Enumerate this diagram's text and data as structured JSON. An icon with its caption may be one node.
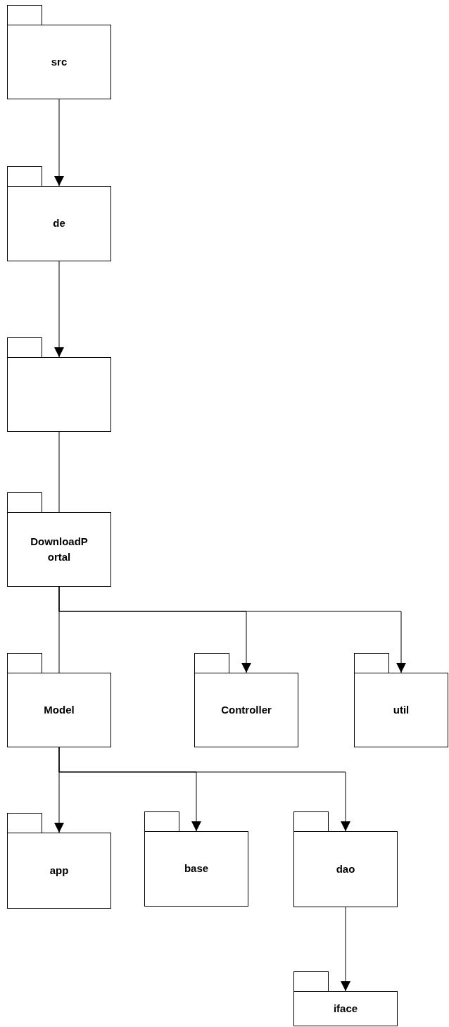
{
  "diagram": {
    "nodes": [
      {
        "text": [
          "src"
        ]
      },
      {
        "text": [
          "de"
        ]
      },
      {
        "text": [],
        "shape": "box"
      },
      {
        "text": [
          "DownloadPortal"
        ]
      },
      {
        "text": [
          "Model"
        ]
      },
      {
        "text": [
          "Controller"
        ]
      },
      {
        "text": [
          "util"
        ]
      },
      {
        "text": [
          "app"
        ]
      },
      {
        "text": [
          "base"
        ]
      },
      {
        "text": [
          "dao"
        ]
      },
      {
        "text": [
          "iface"
        ]
      }
    ],
    "edges": [
      {
        "from": 0,
        "to": 1,
        "arrow": "to"
      },
      {
        "from": 1,
        "to": 2,
        "arrow": "to"
      },
      {
        "from": 2,
        "to": 3,
        "arrow": "none"
      },
      {
        "from": 3,
        "to": 4,
        "arrow": "none"
      },
      {
        "from": 3,
        "to": 5,
        "arrow": "to"
      },
      {
        "from": 3,
        "to": 6,
        "arrow": "to"
      },
      {
        "from": 4,
        "to": 7,
        "arrow": "to"
      },
      {
        "from": 4,
        "to": 8,
        "arrow": "to"
      },
      {
        "from": 4,
        "to": 9,
        "arrow": "to"
      },
      {
        "from": 9,
        "to": 10,
        "arrow": "to"
      }
    ]
  }
}
